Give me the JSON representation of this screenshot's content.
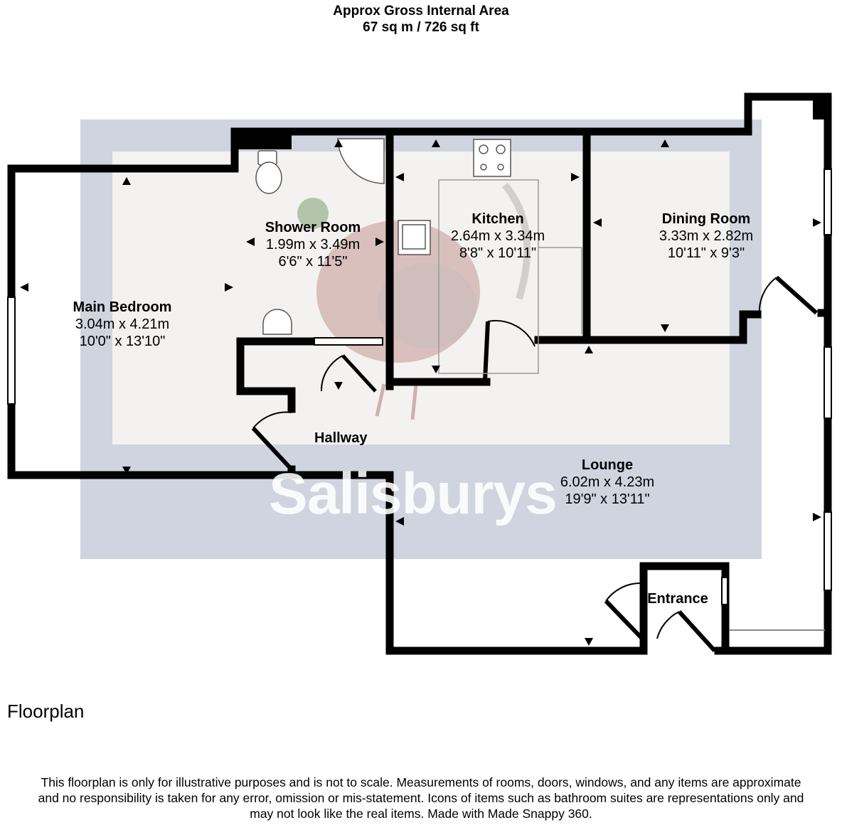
{
  "header": {
    "line1": "Approx Gross Internal Area",
    "line2": "67 sq m / 726 sq ft"
  },
  "rooms": {
    "main_bedroom": {
      "name": "Main Bedroom",
      "metric": "3.04m x 4.21m",
      "imperial": "10'0\" x 13'10\""
    },
    "shower_room": {
      "name": "Shower Room",
      "metric": "1.99m x 3.49m",
      "imperial": "6'6\" x 11'5\""
    },
    "kitchen": {
      "name": "Kitchen",
      "metric": "2.64m x 3.34m",
      "imperial": "8'8\" x 10'11\""
    },
    "dining_room": {
      "name": "Dining Room",
      "metric": "3.33m x 2.82m",
      "imperial": "10'11\" x 9'3\""
    },
    "lounge": {
      "name": "Lounge",
      "metric": "6.02m x 4.23m",
      "imperial": "19'9\" x 13'11\""
    },
    "hallway": {
      "name": "Hallway"
    },
    "entrance": {
      "name": "Entrance"
    }
  },
  "watermark": {
    "text": "Salisburys"
  },
  "caption": "Floorplan",
  "disclaimer": {
    "line1": "This floorplan is only for illustrative purposes and is not to scale. Measurements of rooms, doors, windows, and any items are approximate",
    "line2": "and no responsibility is taken for any error, omission or mis-statement. Icons of items such as bathroom suites are representations only and",
    "line3": "may not look like the real items. Made with Made Snappy 360."
  },
  "colors": {
    "wall": "#000000",
    "watermark_band": "#cfd4de",
    "watermark_inner": "#f3f2f0",
    "logo_red": "#8b2a22"
  }
}
